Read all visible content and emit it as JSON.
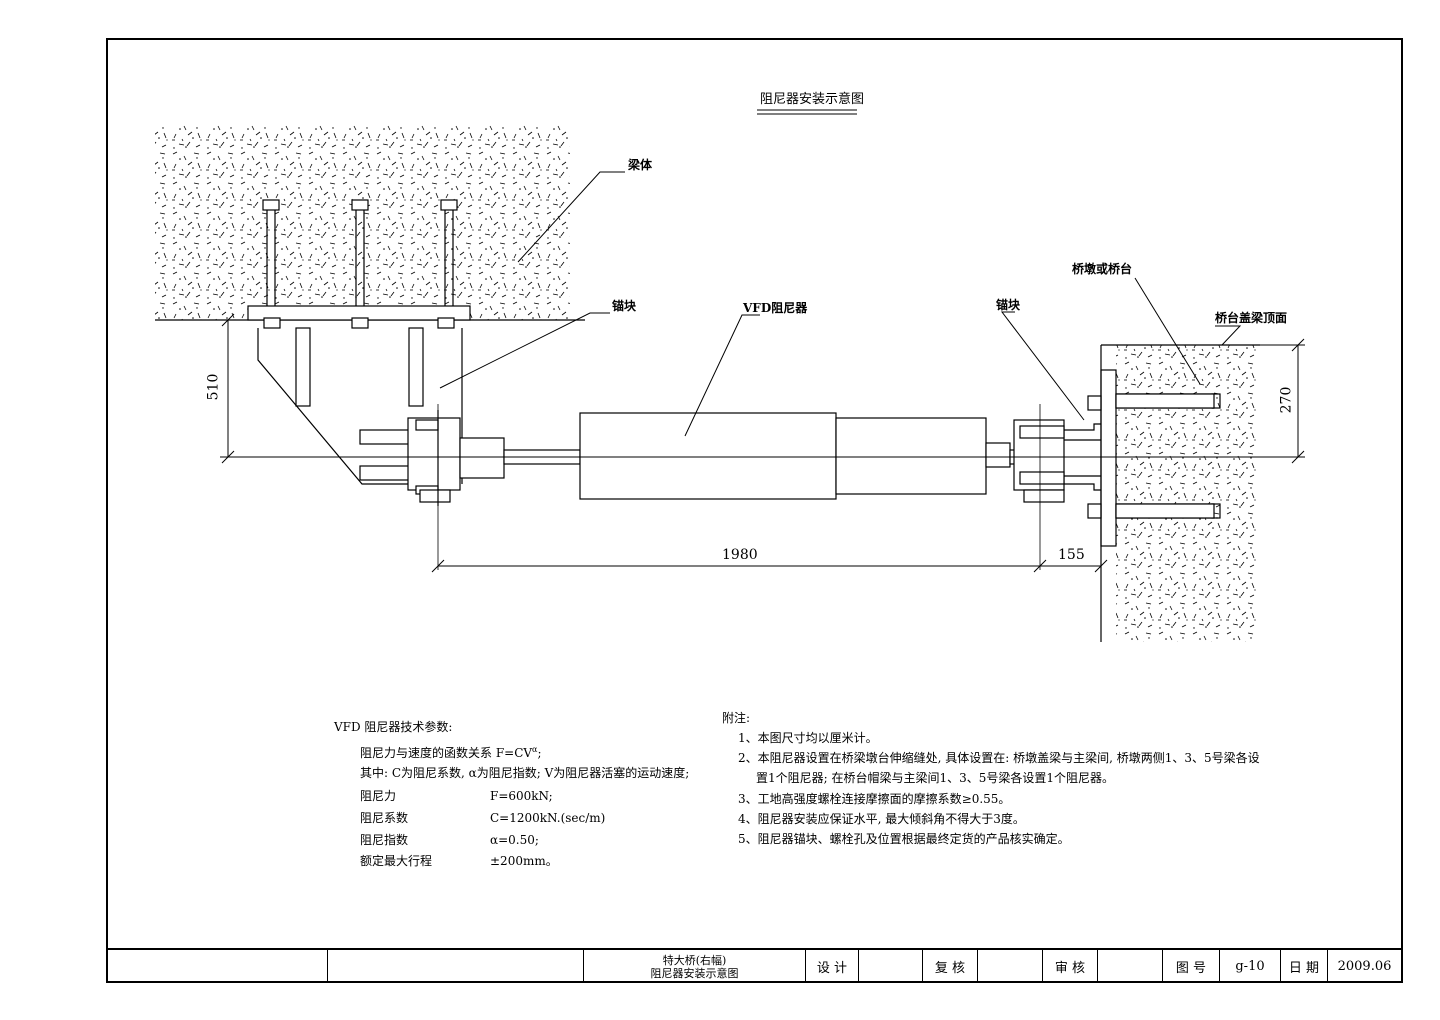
{
  "title": "阻尼器安装示意图",
  "labels": {
    "beam": "梁体",
    "anchor_left": "锚块",
    "damper": "VFD阻尼器",
    "anchor_right": "锚块",
    "pier": "桥墩或桥台",
    "cap_top": "桥台盖梁顶面"
  },
  "dimensions": {
    "d510": "510",
    "d270": "270",
    "d1980": "1980",
    "d155": "155"
  },
  "params": {
    "heading": "VFD  阻尼器技术参数:",
    "relation": "阻尼力与速度的函数关系   F=CV",
    "relation_sup": "α",
    "relation_end": ";",
    "where": "其中: C为阻尼系数, α为阻尼指数; V为阻尼器活塞的运动速度;",
    "rows": [
      {
        "name": "阻尼力",
        "value": "F=600kN;"
      },
      {
        "name": "阻尼系数",
        "value": "C=1200kN.(sec/m)"
      },
      {
        "name": "阻尼指数",
        "value": "α=0.50;"
      },
      {
        "name": "额定最大行程",
        "value": "±200mm。"
      }
    ]
  },
  "notes": {
    "heading": "附注:",
    "items": [
      "1、本图尺寸均以厘米计。",
      "2、本阻尼器设置在桥梁墩台伸缩缝处, 具体设置在: 桥墩盖梁与主梁间, 桥墩两侧1、3、5号梁各设",
      "置1个阻尼器; 在桥台帽梁与主梁间1、3、5号梁各设置1个阻尼器。",
      "3、工地高强度螺栓连接摩擦面的摩擦系数≥0.55。",
      "4、阻尼器安装应保证水平, 最大倾斜角不得大于3度。",
      "5、阻尼器锚块、螺栓孔及位置根据最终定货的产品核实确定。"
    ]
  },
  "title_block": {
    "project_line1": "特大桥(右幅)",
    "project_line2": "阻尼器安装示意图",
    "design": "设 计",
    "check": "复 核",
    "review": "审 核",
    "drawing_no_label": "图 号",
    "drawing_no": "g-10",
    "date_label": "日 期",
    "date": "2009.06"
  }
}
